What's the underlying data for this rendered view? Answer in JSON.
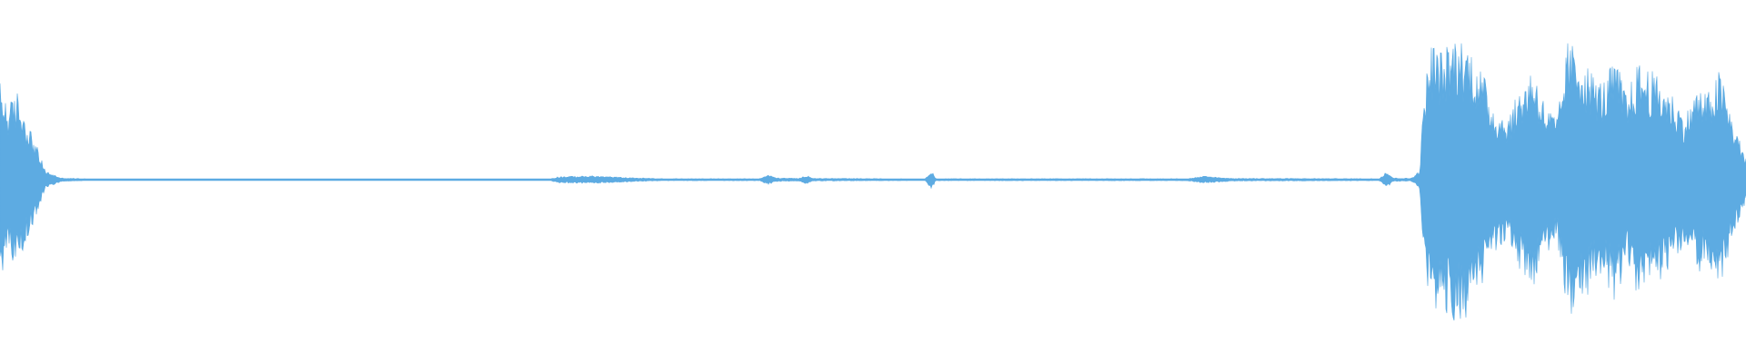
{
  "waveform": {
    "color": "#5dabe2",
    "background": "#ffffff",
    "amplitude_profile": [
      [
        0.0,
        0.55
      ],
      [
        0.5,
        0.42
      ],
      [
        1.0,
        0.5
      ],
      [
        1.5,
        0.35
      ],
      [
        2.0,
        0.22
      ],
      [
        2.6,
        0.05
      ],
      [
        3.5,
        0.01
      ],
      [
        5.0,
        0.005
      ],
      [
        31.5,
        0.005
      ],
      [
        32.0,
        0.018
      ],
      [
        34.0,
        0.022
      ],
      [
        36.0,
        0.012
      ],
      [
        38.0,
        0.006
      ],
      [
        43.5,
        0.006
      ],
      [
        44.0,
        0.028
      ],
      [
        44.5,
        0.01
      ],
      [
        45.8,
        0.008
      ],
      [
        46.2,
        0.026
      ],
      [
        46.6,
        0.008
      ],
      [
        53.0,
        0.005
      ],
      [
        53.35,
        0.06
      ],
      [
        53.6,
        0.006
      ],
      [
        68.0,
        0.006
      ],
      [
        69.0,
        0.02
      ],
      [
        70.5,
        0.008
      ],
      [
        79.0,
        0.006
      ],
      [
        79.4,
        0.05
      ],
      [
        79.8,
        0.01
      ],
      [
        80.8,
        0.008
      ],
      [
        81.3,
        0.05
      ],
      [
        81.6,
        0.55
      ],
      [
        82.0,
        0.78
      ],
      [
        82.6,
        0.72
      ],
      [
        83.4,
        0.82
      ],
      [
        84.2,
        0.75
      ],
      [
        85.0,
        0.58
      ],
      [
        85.6,
        0.4
      ],
      [
        86.4,
        0.36
      ],
      [
        87.0,
        0.5
      ],
      [
        87.8,
        0.65
      ],
      [
        88.5,
        0.42
      ],
      [
        89.2,
        0.35
      ],
      [
        89.8,
        0.78
      ],
      [
        90.5,
        0.72
      ],
      [
        91.2,
        0.6
      ],
      [
        91.8,
        0.55
      ],
      [
        92.5,
        0.68
      ],
      [
        93.2,
        0.48
      ],
      [
        93.8,
        0.66
      ],
      [
        94.5,
        0.62
      ],
      [
        95.2,
        0.55
      ],
      [
        95.8,
        0.48
      ],
      [
        96.5,
        0.36
      ],
      [
        97.2,
        0.52
      ],
      [
        97.8,
        0.48
      ],
      [
        98.5,
        0.62
      ],
      [
        99.2,
        0.35
      ],
      [
        100.0,
        0.12
      ]
    ]
  }
}
